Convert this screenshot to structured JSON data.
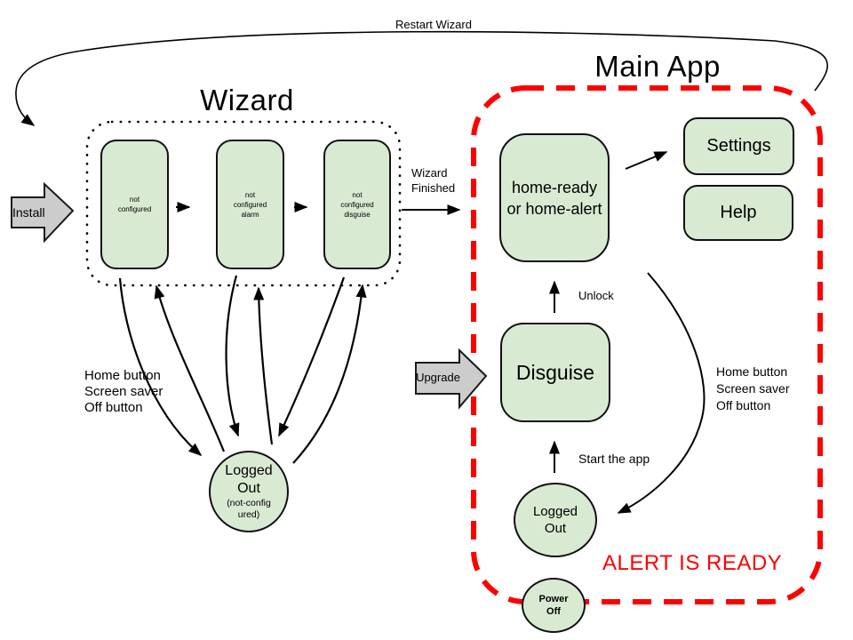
{
  "titles": {
    "wizard": "Wizard",
    "main_app": "Main App"
  },
  "edges": {
    "restart_wizard": "Restart Wizard",
    "install": "Install",
    "upgrade": "Upgrade",
    "wizard_finished": {
      "line1": "Wizard",
      "line2": "Finished"
    },
    "unlock": "Unlock",
    "start_the_app": "Start the app"
  },
  "wizard": {
    "states": [
      {
        "lines": [
          "not",
          "configured",
          ""
        ]
      },
      {
        "lines": [
          "not",
          "configured",
          "alarm"
        ]
      },
      {
        "lines": [
          "not",
          "configured",
          "disguise"
        ]
      }
    ],
    "logged_out": {
      "lines": [
        "Logged",
        "Out"
      ],
      "sub_lines": [
        "(not-config",
        "ured)"
      ]
    },
    "exit_note": {
      "lines": [
        "Home button",
        "Screen saver",
        "Off button"
      ]
    }
  },
  "main_app": {
    "home_state": {
      "lines": [
        "home-ready",
        "or home-alert"
      ]
    },
    "settings": "Settings",
    "help": "Help",
    "disguise": "Disguise",
    "logged_out": {
      "lines": [
        "Logged",
        "Out"
      ]
    },
    "power_off": {
      "lines": [
        "Power",
        "Off"
      ]
    },
    "alert_banner": "ALERT IS READY",
    "exit_note": {
      "lines": [
        "Home button",
        "Screen saver",
        "Off button"
      ]
    }
  },
  "colors": {
    "state_fill": "#d9ead3",
    "state_border": "#111111",
    "main_boundary": "#ff0000",
    "alert_text": "#ff0000",
    "block_arrow_fill": "#cccccc",
    "line": "#000000"
  }
}
